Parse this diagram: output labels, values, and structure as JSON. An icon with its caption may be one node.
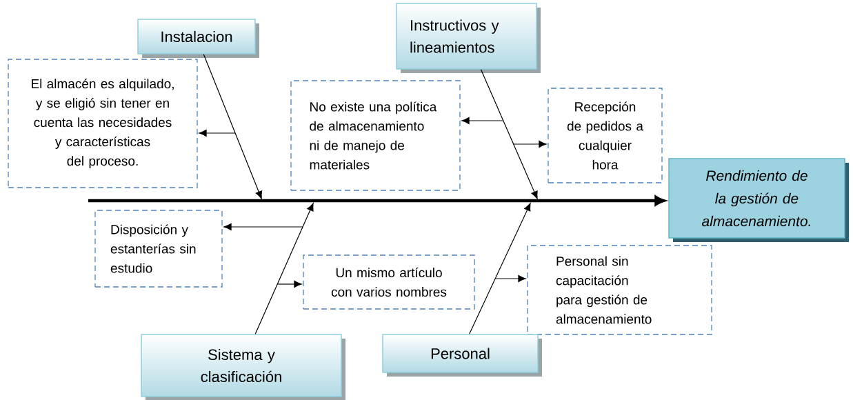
{
  "diagram": {
    "nodes": [
      {
        "text": [
          "Instalacion"
        ]
      },
      {
        "text": [
          "Instructivos y lineamientos"
        ]
      },
      {
        "text": [
          "El almacén es alquilado, y se eligió sin tener en cuenta las necesidades y características del proceso."
        ]
      },
      {
        "text": [
          "No existe una política de almacenamiento ni de manejo de materiales"
        ]
      },
      {
        "text": [
          "Recepción de pedidos a cualquier hora"
        ]
      },
      {
        "text": [
          "Rendimiento de la gestión de almacenamiento."
        ]
      },
      {
        "text": [
          "Disposición y estanterías sin estudio"
        ]
      },
      {
        "text": [
          "Un mismo artículo con varios nombres"
        ]
      },
      {
        "text": [
          "Personal sin capacitación para gestión de almacenamiento"
        ]
      },
      {
        "text": [
          "Sistema y clasificación"
        ]
      },
      {
        "text": [
          "Personal"
        ]
      }
    ],
    "edges": [
      {
        "from": null,
        "to": 5,
        "arrow": "to",
        "style": "thick"
      },
      {
        "from": 0,
        "to": null,
        "arrow": "to"
      },
      {
        "from": null,
        "to": 2,
        "arrow": "to"
      },
      {
        "from": 1,
        "to": null,
        "arrow": "to"
      },
      {
        "from": null,
        "to": 3,
        "arrow": "to"
      },
      {
        "from": null,
        "to": 4,
        "arrow": "to"
      },
      {
        "from": 9,
        "to": null,
        "arrow": "to"
      },
      {
        "from": null,
        "to": 6,
        "arrow": "to"
      },
      {
        "from": null,
        "to": 7,
        "arrow": "to"
      },
      {
        "from": 10,
        "to": null,
        "arrow": "to"
      },
      {
        "from": null,
        "to": 8,
        "arrow": "to"
      }
    ]
  }
}
